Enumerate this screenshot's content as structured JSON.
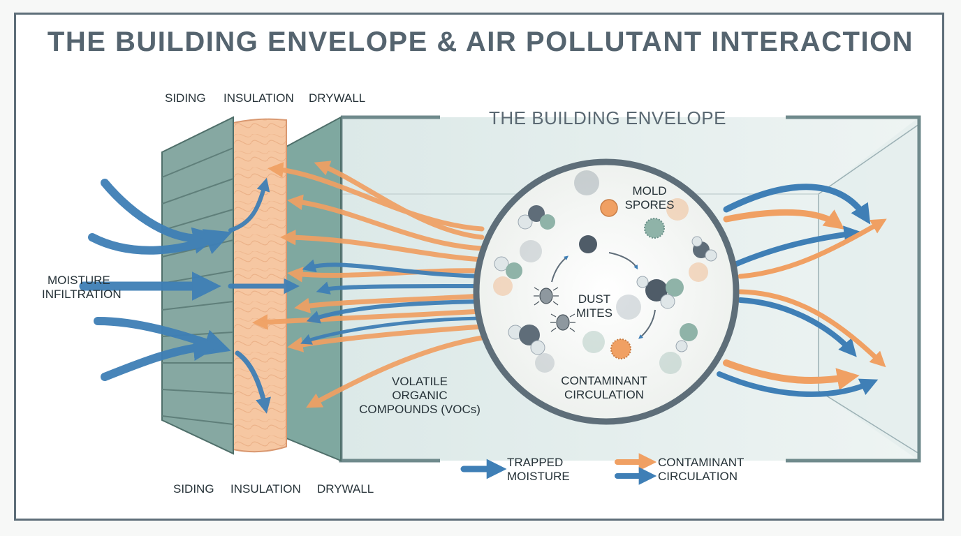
{
  "title": "THE BUILDING ENVELOPE & AIR POLLUTANT INTERACTION",
  "envelope_label": "THE BUILDING ENVELOPE",
  "layers_top": {
    "siding": "SIDING",
    "insulation": "INSULATION",
    "drywall": "DRYWALL"
  },
  "layers_bottom": {
    "siding": "SIDING",
    "insulation": "INSULATION",
    "drywall": "DRYWALL"
  },
  "moisture": {
    "line1": "MOISTURE",
    "line2": "INFILTRATION"
  },
  "vocs": {
    "line1": "VOLATILE",
    "line2": "ORGANIC",
    "line3": "COMPOUNDS (VOCs)"
  },
  "circle_labels": {
    "mold": {
      "line1": "MOLD",
      "line2": "SPORES"
    },
    "dust": {
      "line1": "DUST",
      "line2": "MITES"
    },
    "circulation": {
      "line1": "CONTAMINANT",
      "line2": "CIRCULATION"
    }
  },
  "legend": {
    "moisture": {
      "line1": "TRAPPED",
      "line2": "MOISTURE"
    },
    "contaminant": {
      "line1": "CONTAMINANT",
      "line2": "CIRCULATION"
    }
  },
  "colors": {
    "moisture_blue": "#3f7fb6",
    "contaminant_orange": "#f0a063",
    "siding": "#7fa39d",
    "insulation": "#f6c7a2",
    "drywall": "#7fa8a0",
    "frame": "#5e6e79"
  },
  "icons": [
    "moisture-arrow-icon",
    "contaminant-arrow-icon",
    "dust-mite-icon",
    "mold-spore-icon",
    "particle-icon"
  ]
}
